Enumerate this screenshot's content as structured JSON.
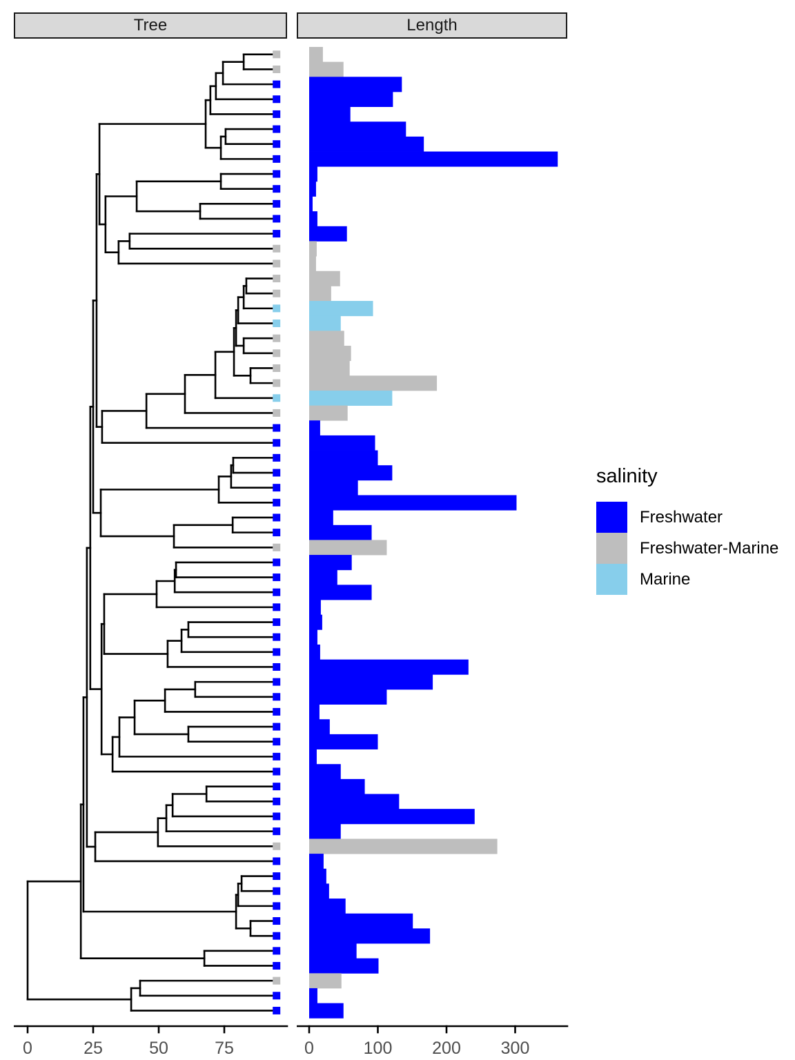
{
  "panels": {
    "tree_label": "Tree",
    "length_label": "Length"
  },
  "chart_data": {
    "type": "bar",
    "orientation": "horizontal",
    "panels": [
      "Tree",
      "Length"
    ],
    "title": "",
    "tree_axis": {
      "ticks": [
        0,
        25,
        50,
        75
      ],
      "range": [
        0,
        98
      ]
    },
    "length_axis": {
      "ticks": [
        0,
        100,
        200,
        300
      ],
      "range": [
        0,
        375
      ]
    },
    "grid": false,
    "legend": {
      "title": "salinity",
      "position": "right",
      "items": [
        {
          "code": "F",
          "label": "Freshwater",
          "color": "#0000FF"
        },
        {
          "code": "FM",
          "label": "Freshwater-Marine",
          "color": "#BEBEBE"
        },
        {
          "code": "M",
          "label": "Marine",
          "color": "#87CEEB"
        }
      ]
    },
    "tips": [
      {
        "v": 20,
        "s": "FM"
      },
      {
        "v": 50,
        "s": "FM"
      },
      {
        "v": 135,
        "s": "F"
      },
      {
        "v": 122,
        "s": "F"
      },
      {
        "v": 60,
        "s": "F"
      },
      {
        "v": 141,
        "s": "F"
      },
      {
        "v": 167,
        "s": "F"
      },
      {
        "v": 362,
        "s": "F"
      },
      {
        "v": 12,
        "s": "F"
      },
      {
        "v": 10,
        "s": "F"
      },
      {
        "v": 5,
        "s": "F"
      },
      {
        "v": 12,
        "s": "F"
      },
      {
        "v": 55,
        "s": "F"
      },
      {
        "v": 11,
        "s": "FM"
      },
      {
        "v": 10,
        "s": "FM"
      },
      {
        "v": 45,
        "s": "FM"
      },
      {
        "v": 32,
        "s": "FM"
      },
      {
        "v": 93,
        "s": "M"
      },
      {
        "v": 46,
        "s": "M"
      },
      {
        "v": 51,
        "s": "FM"
      },
      {
        "v": 61,
        "s": "FM"
      },
      {
        "v": 59,
        "s": "FM"
      },
      {
        "v": 186,
        "s": "FM"
      },
      {
        "v": 121,
        "s": "M"
      },
      {
        "v": 56,
        "s": "FM"
      },
      {
        "v": 16,
        "s": "F"
      },
      {
        "v": 96,
        "s": "F"
      },
      {
        "v": 100,
        "s": "F"
      },
      {
        "v": 121,
        "s": "F"
      },
      {
        "v": 71,
        "s": "F"
      },
      {
        "v": 302,
        "s": "F"
      },
      {
        "v": 35,
        "s": "F"
      },
      {
        "v": 91,
        "s": "F"
      },
      {
        "v": 113,
        "s": "FM"
      },
      {
        "v": 62,
        "s": "F"
      },
      {
        "v": 41,
        "s": "F"
      },
      {
        "v": 91,
        "s": "F"
      },
      {
        "v": 17,
        "s": "F"
      },
      {
        "v": 19,
        "s": "F"
      },
      {
        "v": 12,
        "s": "F"
      },
      {
        "v": 16,
        "s": "F"
      },
      {
        "v": 232,
        "s": "F"
      },
      {
        "v": 180,
        "s": "F"
      },
      {
        "v": 113,
        "s": "F"
      },
      {
        "v": 15,
        "s": "F"
      },
      {
        "v": 30,
        "s": "F"
      },
      {
        "v": 100,
        "s": "F"
      },
      {
        "v": 11,
        "s": "F"
      },
      {
        "v": 46,
        "s": "F"
      },
      {
        "v": 81,
        "s": "F"
      },
      {
        "v": 131,
        "s": "F"
      },
      {
        "v": 241,
        "s": "F"
      },
      {
        "v": 46,
        "s": "F"
      },
      {
        "v": 274,
        "s": "FM"
      },
      {
        "v": 21,
        "s": "F"
      },
      {
        "v": 25,
        "s": "F"
      },
      {
        "v": 29,
        "s": "F"
      },
      {
        "v": 53,
        "s": "F"
      },
      {
        "v": 151,
        "s": "F"
      },
      {
        "v": 176,
        "s": "F"
      },
      {
        "v": 69,
        "s": "F"
      },
      {
        "v": 101,
        "s": "F"
      },
      {
        "v": 47,
        "s": "FM"
      },
      {
        "v": 12,
        "s": "F"
      },
      {
        "v": 50,
        "s": "F"
      }
    ],
    "tree": [
      0,
      [
        20.3,
        [
          21.3,
          [
            22.6,
            [
              23.9,
              [
                25,
                [
                  26.3,
                  [
                    27.4,
                    [
                      67.9,
                      [
                        69.7,
                        [
                          71.8,
                          [
                            74.5,
                            [
                              82.4,
                              1,
                              2
                            ],
                            3
                          ],
                          4
                        ],
                        5
                      ],
                      [
                        73.7,
                        [
                          75.5,
                          6,
                          7
                        ],
                        8
                      ]
                    ],
                    [
                      29.7,
                      [
                        41.6,
                        [
                          73.7,
                          9,
                          10
                        ],
                        [
                          65.8,
                          11,
                          12
                        ]
                      ],
                      [
                        34.7,
                        [
                          38.9,
                          13,
                          14
                        ],
                        15
                      ]
                    ]
                  ],
                  [
                    28.4,
                    [
                      45.3,
                      [
                        60,
                        [
                          71.6,
                          [
                            78.7,
                            [
                              79.5,
                              [
                                80.3,
                                [
                                  82.4,
                                  [
                                    83.4,
                                    16,
                                    17
                                  ],
                                  18
                                ],
                                19
                              ],
                              [
                                82.4,
                                20,
                                21
                              ]
                            ],
                            [
                              85,
                              22,
                              23
                            ]
                          ],
                          24
                        ],
                        25
                      ],
                      26
                    ],
                    27
                  ]
                ],
                [
                  27.9,
                  [
                    72.9,
                    [
                      77.6,
                      [
                        78.4,
                        28,
                        29
                      ],
                      30
                    ],
                    31
                  ],
                  [
                    55.8,
                    [
                      78.2,
                      32,
                      33
                    ],
                    34
                  ]
                ]
              ],
              [
                28.2,
                [
                  29.2,
                  [
                    49.2,
                    [
                      56.1,
                      [
                        56.6,
                        35,
                        36
                      ],
                      37
                    ],
                    38
                  ],
                  [
                    53.4,
                    [
                      58.7,
                      [
                        61.3,
                        39,
                        40
                      ],
                      41
                    ],
                    42
                  ]
                ],
                [
                  32.4,
                  [
                    35,
                    [
                      40.8,
                      [
                        52.4,
                        [
                          63.9,
                          43,
                          44
                        ],
                        45
                      ],
                      [
                        61.3,
                        46,
                        47
                      ]
                    ],
                    48
                  ],
                  49
                ]
              ]
            ],
            [
              25.8,
              [
                49.7,
                [
                  52.9,
                  [
                    55.3,
                    [
                      68.2,
                      50,
                      51
                    ],
                    52
                  ],
                  53
                ],
                54
              ],
              55
            ]
          ],
          [
            79.5,
            [
              80.3,
              [
                81.6,
                56,
                57
              ],
              58
            ],
            [
              85,
              59,
              60
            ]
          ]
        ],
        [
          67.4,
          61,
          62
        ]
      ],
      [
        39.5,
        [
          42.9,
          63,
          64
        ],
        65
      ]
    ]
  }
}
